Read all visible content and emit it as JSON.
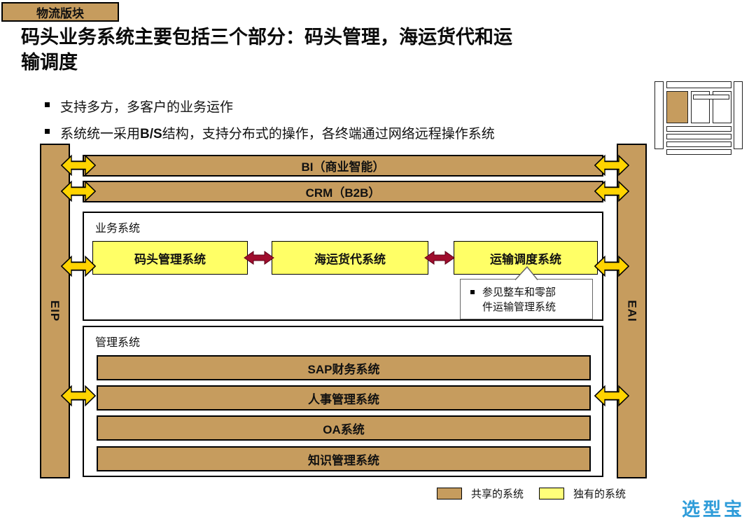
{
  "header": {
    "tag": "物流版块",
    "title": "码头业务系统主要包括三个部分：码头管理，海运货代和运\n输调度",
    "bullets": [
      {
        "pre": "支持多方，多客户的业务运作",
        "bold": "",
        "post": ""
      },
      {
        "pre": "系统统一采用",
        "bold": "B/S",
        "post": "结构，支持分布式的操作，各终端通过网络远程操作系统"
      }
    ]
  },
  "diagram": {
    "left_rail": "EIP",
    "right_rail": "EAI",
    "bi_label": "BI（商业智能）",
    "crm_label": "CRM（B2B）",
    "business": {
      "label": "业务系统",
      "systems": [
        "码头管理系统",
        "海运货代系统",
        "运输调度系统"
      ],
      "note": "参见整车和零部件运输管理系统"
    },
    "management": {
      "label": "管理系统",
      "systems": [
        "SAP财务系统",
        "人事管理系统",
        "OA系统",
        "知识管理系统"
      ]
    },
    "legend": [
      {
        "label": "共享的系统",
        "color": "#C69C5E"
      },
      {
        "label": "独有的系统",
        "color": "#FFFF7A"
      }
    ]
  },
  "colors": {
    "shared_tan": "#C69C5E",
    "exclusive_yellow": "#FFFF66",
    "connector_gold": "#FFD400",
    "link_dark_red": "#A00E2E",
    "watermark_blue": "#2E9CD9"
  },
  "watermark": "选型宝"
}
